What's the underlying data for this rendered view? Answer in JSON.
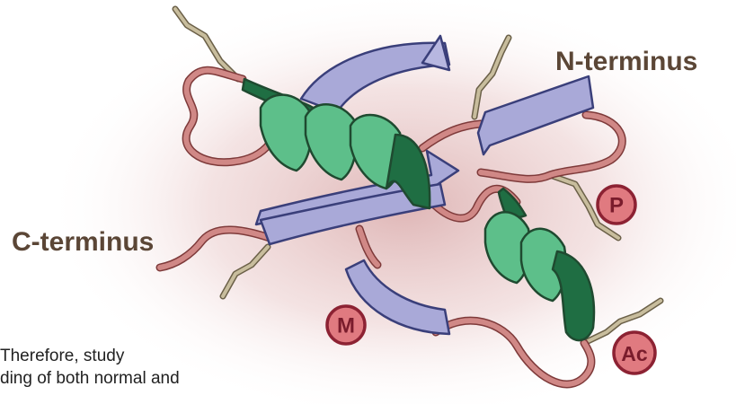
{
  "labels": {
    "n_terminus": "N-terminus",
    "c_terminus": "C-terminus"
  },
  "modifications": [
    {
      "id": "phospho",
      "text": "P"
    },
    {
      "id": "methyl",
      "text": "M"
    },
    {
      "id": "acetyl",
      "text": "Ac"
    }
  ],
  "caption": {
    "line1": "Therefore, study",
    "line2": "ding of both normal and"
  },
  "colors": {
    "helix_light": "#5dbf8a",
    "helix_dark": "#1f6e43",
    "sheet_fill": "#a9a9d8",
    "sheet_edge": "#3a3f7a",
    "coil": "#c77a78",
    "coil_edge": "#7e3a3a",
    "side_chain": "#b9ae8e",
    "mod_fill": "#e07a80",
    "mod_edge": "#8c2233",
    "glow": "#e8c6c6"
  }
}
